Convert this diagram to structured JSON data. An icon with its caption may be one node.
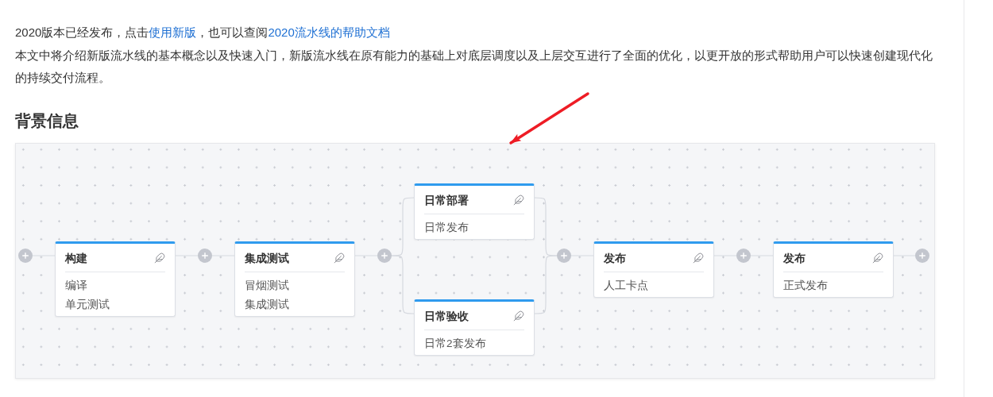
{
  "diagram": {
    "title": "背景信息",
    "nodes": [
      {
        "text": [],
        "shape": "box"
      },
      {
        "text": [],
        "shape": "circle",
        "in": 0
      },
      {
        "text": [
          "构建",
          "编译",
          "单元测试"
        ],
        "in": 0
      },
      {
        "text": [],
        "shape": "circle",
        "in": 0
      },
      {
        "text": [
          "集成测试",
          "冒烟测试",
          "集成测试"
        ],
        "in": 0
      },
      {
        "text": [],
        "shape": "circle",
        "in": 0
      },
      {
        "text": [
          "日常部署",
          "日常发布"
        ],
        "in": 0
      },
      {
        "text": [
          "日常验收",
          "日常2套发布"
        ],
        "in": 0
      },
      {
        "text": [],
        "shape": "circle",
        "in": 0
      },
      {
        "text": [
          "发布",
          "人工卡点"
        ],
        "in": 0
      },
      {
        "text": [],
        "shape": "circle",
        "in": 0
      },
      {
        "text": [
          "发布",
          "正式发布"
        ],
        "in": 0
      },
      {
        "text": [],
        "shape": "circle",
        "in": 0
      }
    ],
    "edges": [
      {
        "from": 1,
        "to": 2,
        "arrow": "none"
      },
      {
        "from": 2,
        "to": 3,
        "arrow": "none"
      },
      {
        "from": 3,
        "to": 4,
        "arrow": "none"
      },
      {
        "from": 4,
        "to": 5,
        "arrow": "none"
      },
      {
        "from": 5,
        "to": 6,
        "arrow": "none"
      },
      {
        "from": 5,
        "to": 7,
        "arrow": "none"
      },
      {
        "from": 6,
        "to": 8,
        "arrow": "none"
      },
      {
        "from": 7,
        "to": 8,
        "arrow": "none"
      },
      {
        "from": 8,
        "to": 9,
        "arrow": "none"
      },
      {
        "from": 9,
        "to": 10,
        "arrow": "none"
      },
      {
        "from": 10,
        "to": 11,
        "arrow": "none"
      },
      {
        "from": 11,
        "to": 12,
        "arrow": "none"
      },
      {
        "from": null,
        "to": 0,
        "arrow": "to",
        "style": "thick",
        "color": "#ee1c25"
      }
    ],
    "labels": [
      "2020版本已经发布，点击",
      "使用新版",
      "，也可以查阅",
      "2020流水线的帮助文档",
      "本文中将介绍新版流水线的基本概念以及快速入门，新版流水线在原有能力的基础上对底层调度以及上层交互进行了全面的优化，以更开放的形式帮助用户可以快速创建现代化的持续交付流程。"
    ]
  }
}
